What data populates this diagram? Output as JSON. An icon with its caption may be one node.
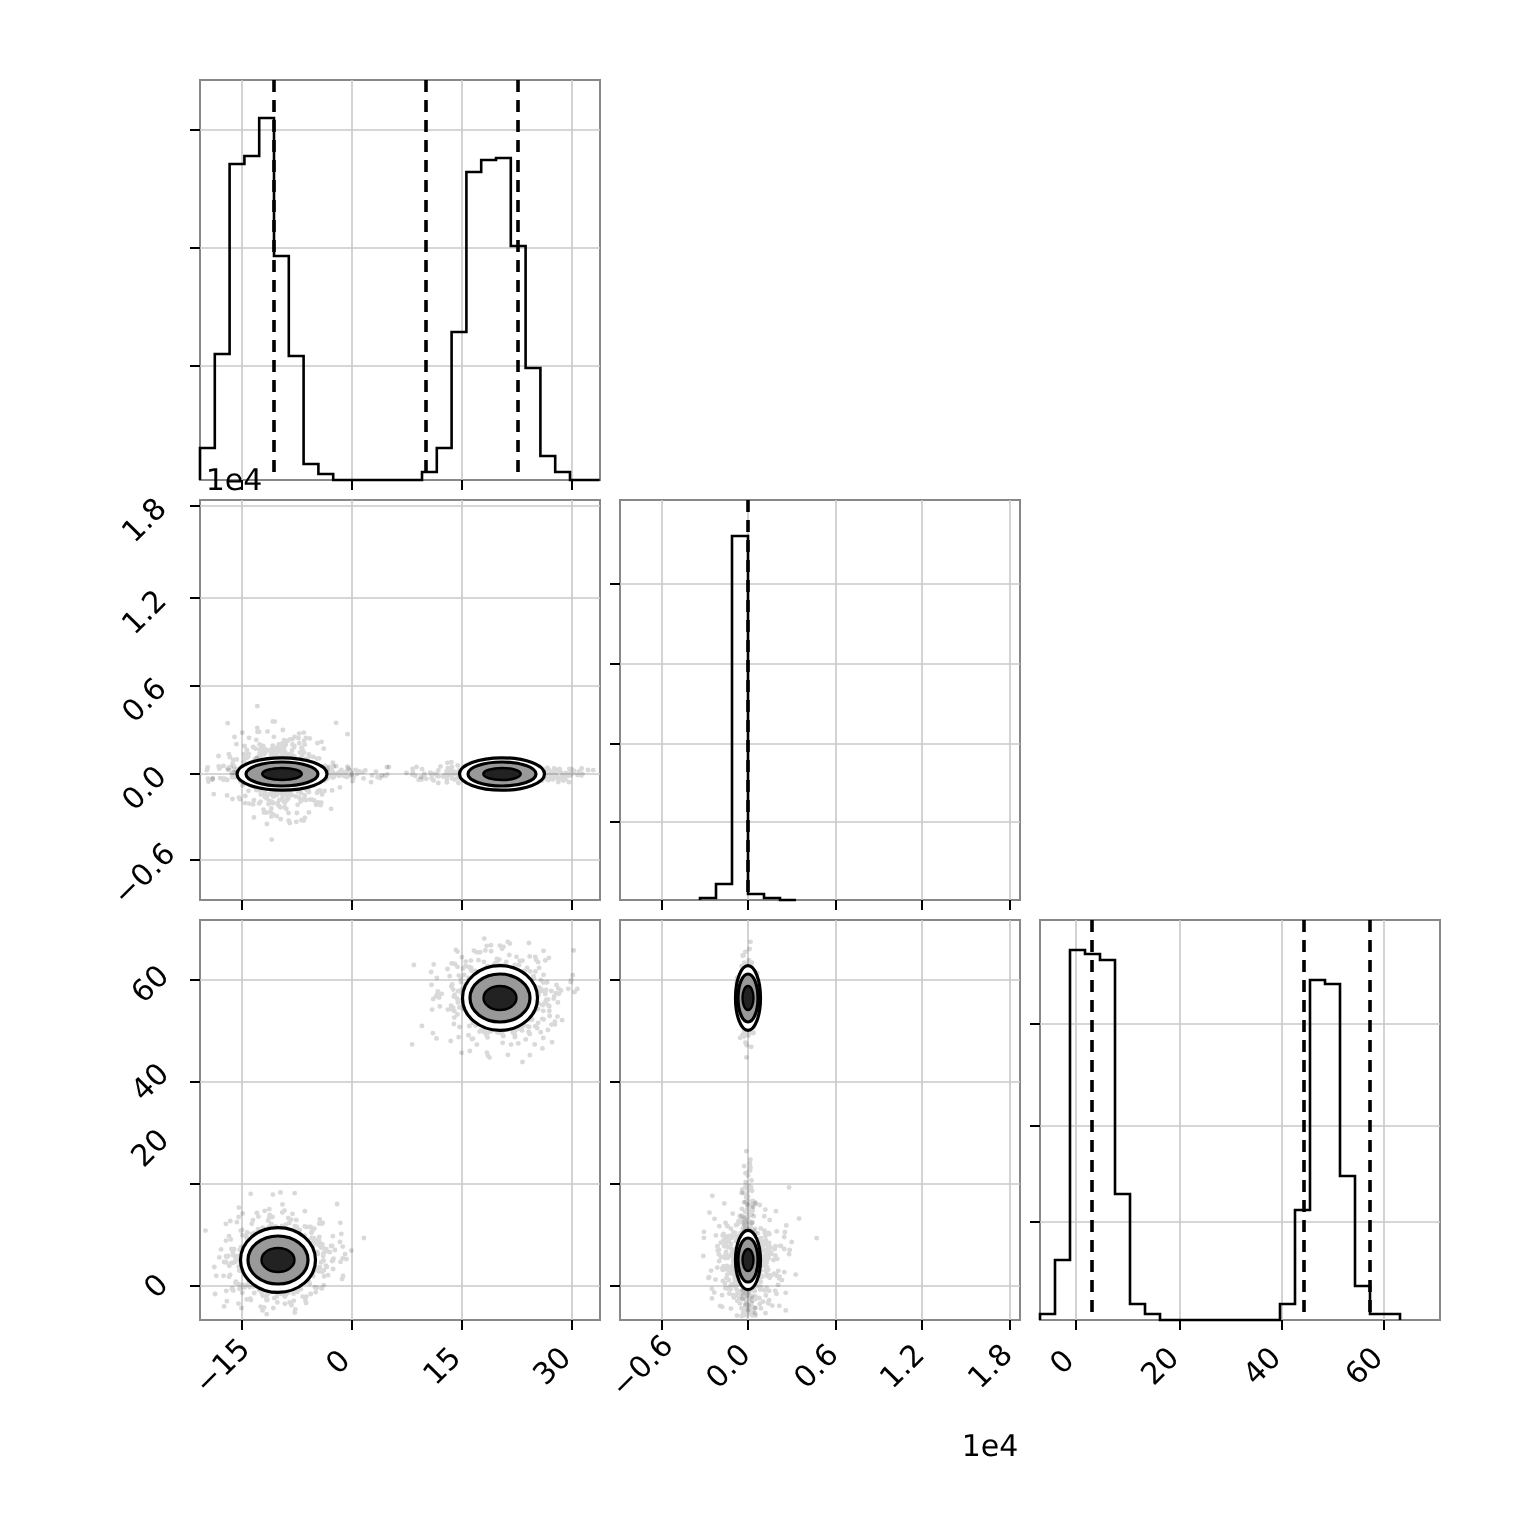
{
  "diagram": {
    "labels": [
      "1e4",
      "1.8",
      "1.2",
      "0.6",
      "0.0",
      "−0.6",
      "60",
      "40",
      "20",
      "0",
      "−15",
      "0",
      "15",
      "30",
      "−0.6",
      "0.0",
      "0.6",
      "1.2",
      "1.8",
      "0",
      "20",
      "40",
      "60",
      "1e4"
    ]
  }
}
